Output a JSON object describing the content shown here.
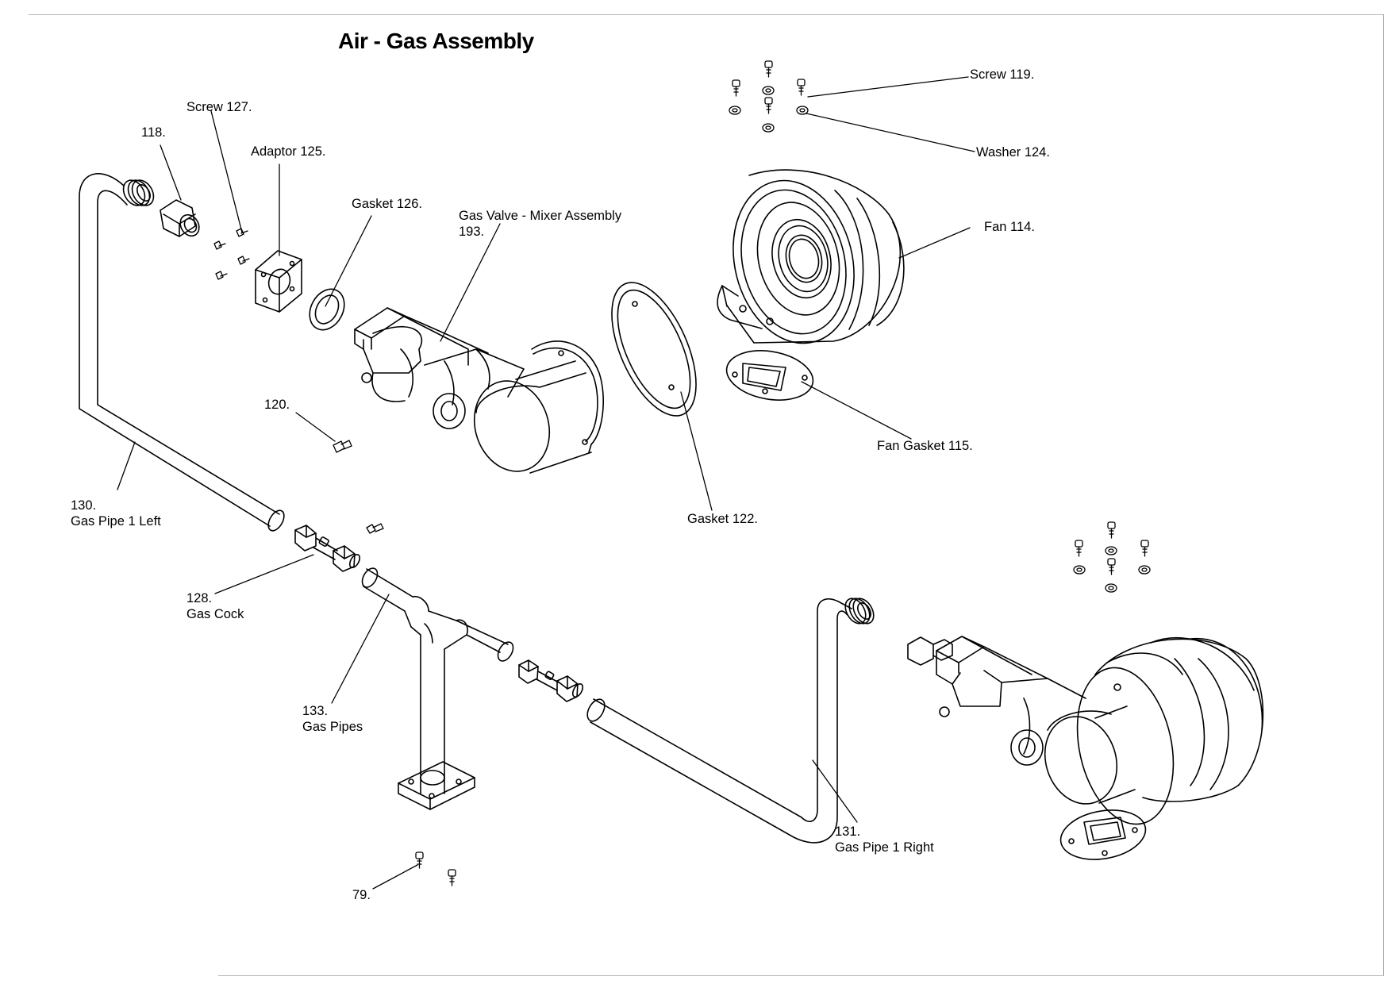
{
  "title": "Air - Gas Assembly",
  "labels": {
    "screw_119": "Screw 119.",
    "washer_124": "Washer 124.",
    "fan_114": "Fan 114.",
    "fan_gasket_115": "Fan Gasket 115.",
    "screw_127": "Screw 127.",
    "part_118": "118.",
    "adaptor_125": "Adaptor 125.",
    "gasket_126": "Gasket 126.",
    "gas_valve_name": "Gas Valve - Mixer Assembly",
    "gas_valve_num": "193.",
    "part_120": "120.",
    "gasket_122": "Gasket 122.",
    "pipe_left_num": "130.",
    "pipe_left_name": "Gas Pipe 1 Left",
    "gas_cock_num": "128.",
    "gas_cock_name": "Gas Cock",
    "gas_pipes_num": "133.",
    "gas_pipes_name": "Gas Pipes",
    "pipe_right_num": "131.",
    "pipe_right_name": "Gas Pipe 1 Right",
    "part_79": "79."
  }
}
